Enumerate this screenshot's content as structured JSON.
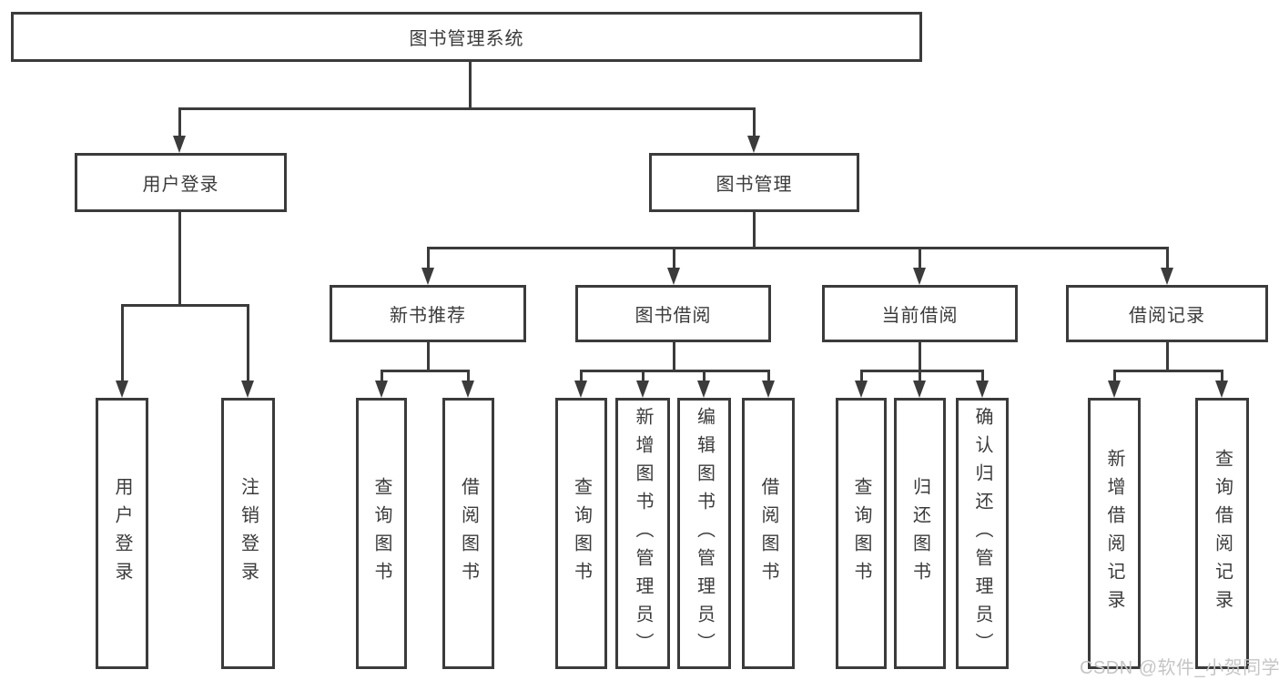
{
  "colors": {
    "line": "#3b3b3b",
    "box_border": "#3b3b3b",
    "text": "#3b3b3b",
    "background": "#ffffff",
    "watermark_text": "#c5c5c5"
  },
  "tree": {
    "root": "图书管理系统",
    "level2": [
      {
        "label": "用户登录",
        "children": [
          "用户登录",
          "注销登录"
        ]
      },
      {
        "label": "图书管理",
        "children": [
          {
            "label": "新书推荐",
            "children": [
              "查询图书",
              "借阅图书"
            ]
          },
          {
            "label": "图书借阅",
            "children": [
              "查询图书",
              "新增图书（管理员）",
              "编辑图书（管理员）",
              "借阅图书"
            ]
          },
          {
            "label": "当前借阅",
            "children": [
              "查询图书",
              "归还图书",
              "确认归还（管理员）"
            ]
          },
          {
            "label": "借阅记录",
            "children": [
              "新增借阅记录",
              "查询借阅记录"
            ]
          }
        ]
      }
    ]
  },
  "watermark": "CSDN @软件_小贺同学"
}
